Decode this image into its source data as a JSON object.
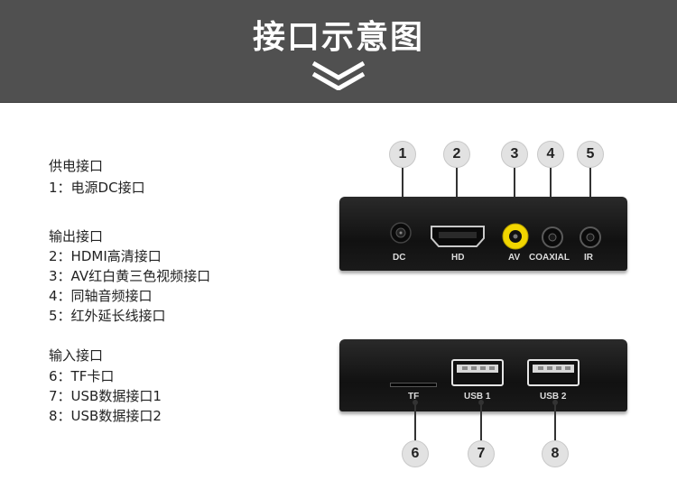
{
  "header": {
    "title": "接口示意图"
  },
  "legend": {
    "power": {
      "heading": "供电接口",
      "items": [
        "1：电源DC接口"
      ]
    },
    "output": {
      "heading": "输出接口",
      "items": [
        "2：HDMI高清接口",
        "3：AV红白黄三色视频接口",
        "4：同轴音频接口",
        "5：红外延长线接口"
      ]
    },
    "input": {
      "heading": "输入接口",
      "items": [
        "6：TF卡口",
        "7：USB数据接口1",
        "8：USB数据接口2"
      ]
    }
  },
  "back_panel": {
    "labels": {
      "dc": "DC",
      "hd": "HD",
      "av": "AV",
      "coaxial": "COAXIAL",
      "ir": "IR"
    },
    "callouts": [
      "1",
      "2",
      "3",
      "4",
      "5"
    ]
  },
  "front_panel": {
    "labels": {
      "tf": "TF",
      "usb1": "USB 1",
      "usb2": "USB 2"
    },
    "callouts": [
      "6",
      "7",
      "8"
    ]
  },
  "colors": {
    "header_bg": "#505050",
    "av_port": "#f2d600",
    "device": "#151515"
  }
}
